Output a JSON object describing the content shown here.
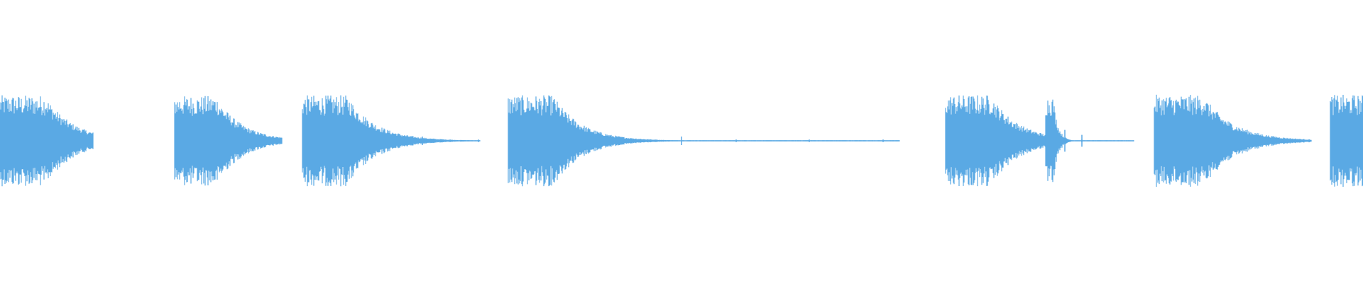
{
  "waveform": {
    "color": "#5aa9e4",
    "background": "#ffffff",
    "events": [
      {
        "onset": 0.0,
        "amplitude": 0.92,
        "decay": 0.06,
        "tail_end": 0.068
      },
      {
        "onset": 0.128,
        "amplitude": 0.91,
        "decay": 0.055,
        "tail_end": 0.207
      },
      {
        "onset": 0.222,
        "amplitude": 0.92,
        "decay": 0.06,
        "tail_end": 0.352
      },
      {
        "onset": 0.373,
        "amplitude": 0.92,
        "decay": 0.06,
        "tail_end": 0.66
      },
      {
        "onset": 0.694,
        "amplitude": 0.93,
        "decay": 0.06,
        "tail_end": 0.77
      },
      {
        "onset": 0.767,
        "amplitude": 0.9,
        "decay": 0.01,
        "tail_end": 0.832
      },
      {
        "onset": 0.847,
        "amplitude": 0.93,
        "decay": 0.065,
        "tail_end": 0.962
      },
      {
        "onset": 0.976,
        "amplitude": 0.93,
        "decay": 0.06,
        "tail_end": 1.0
      }
    ],
    "blips": [
      0.31,
      0.33,
      0.351,
      0.481,
      0.5,
      0.54,
      0.594,
      0.648,
      0.781,
      0.794
    ]
  }
}
